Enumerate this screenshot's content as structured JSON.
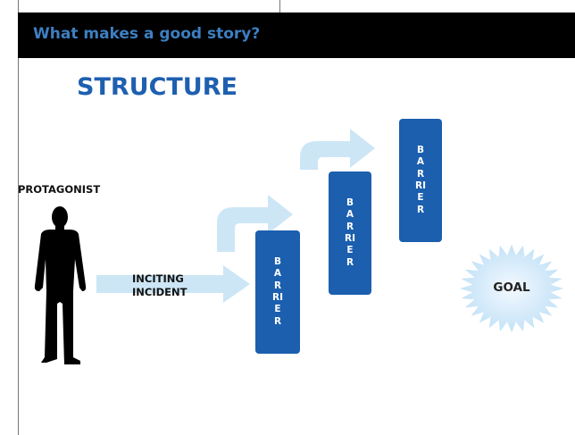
{
  "header": {
    "title": "What makes a good story?"
  },
  "slide": {
    "section_title": "STRUCTURE",
    "protagonist_label": "PROTAGONIST",
    "inciting_incident": [
      "INCITING",
      "INCIDENT"
    ],
    "barriers": [
      "BARRIER",
      "BARRIER",
      "BARRIER"
    ],
    "goal_label": "GOAL"
  },
  "colors": {
    "header_background": "#000000",
    "title_blue": "#1e5fb0",
    "barrier_blue": "#1b5fae",
    "arrow_light_blue": "#cde6f6",
    "goal_burst": "#d6ecfb"
  },
  "icons": [
    "protagonist-silhouette-icon",
    "goal-burst-icon"
  ]
}
